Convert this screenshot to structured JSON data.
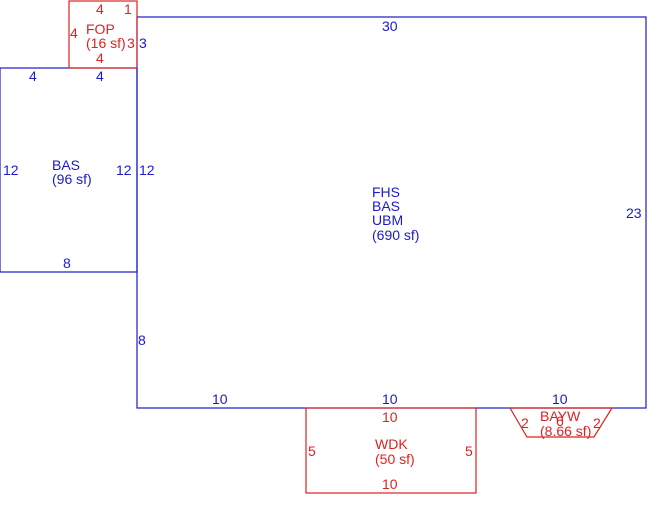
{
  "colors": {
    "living": "#1a1acc",
    "porch": "#dd2222"
  },
  "areas": {
    "fop": {
      "name": "FOP",
      "area": "(16 sf)"
    },
    "bas_left": {
      "name": "BAS",
      "area": "(96 sf)"
    },
    "main": {
      "line1": "FHS",
      "line2": "BAS",
      "line3": "UBM",
      "area": "(690 sf)"
    },
    "wdk": {
      "name": "WDK",
      "area": "(50 sf)"
    },
    "bay": {
      "name": "BAYW",
      "area": "(8.66 sf)"
    }
  },
  "dims": {
    "fop_top": "4",
    "fop_top_small": "1",
    "fop_left": "4",
    "fop_right": "3",
    "fop_right_outer": "3",
    "fop_bottom": "4",
    "bas_top_left": "4",
    "bas_top_right": "4",
    "bas_left": "12",
    "bas_right": "12",
    "bas_bottom": "8",
    "main_top": "30",
    "main_left_upper": "12",
    "main_left_lower": "8",
    "main_right": "23",
    "main_bottom_1": "10",
    "main_bottom_2": "10",
    "main_bottom_3": "10",
    "wdk_top": "10",
    "wdk_left": "5",
    "wdk_right": "5",
    "wdk_bottom": "10",
    "bay_left": "2",
    "bay_mid": "6",
    "bay_right": "2"
  }
}
